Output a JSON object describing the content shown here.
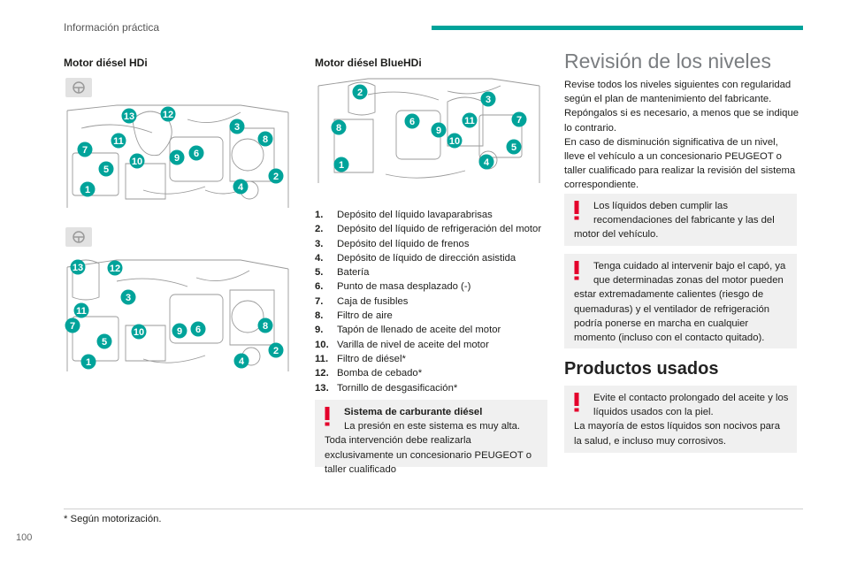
{
  "header": {
    "section": "Información práctica",
    "accent_color": "#00a39a"
  },
  "left": {
    "title": "Motor diésel HDi",
    "diagram1_callouts": [
      "13",
      "12",
      "11",
      "3",
      "8",
      "7",
      "5",
      "10",
      "9",
      "6",
      "1",
      "4",
      "2"
    ],
    "diagram2_callouts": [
      "13",
      "12",
      "3",
      "11",
      "7",
      "5",
      "10",
      "9",
      "6",
      "8",
      "1",
      "4",
      "2"
    ]
  },
  "middle": {
    "title": "Motor diésel BlueHDi",
    "diagram_callouts": [
      "2",
      "3",
      "8",
      "6",
      "9",
      "11",
      "7",
      "10",
      "5",
      "1",
      "4"
    ],
    "items": [
      {
        "num": "1.",
        "text": "Depósito del líquido lavaparabrisas"
      },
      {
        "num": "2.",
        "text": "Depósito del líquido de refrigeración del motor"
      },
      {
        "num": "3.",
        "text": "Depósito del líquido de frenos"
      },
      {
        "num": "4.",
        "text": "Depósito de líquido de dirección asistida"
      },
      {
        "num": "5.",
        "text": "Batería"
      },
      {
        "num": "6.",
        "text": "Punto de masa desplazado (-)"
      },
      {
        "num": "7.",
        "text": "Caja de fusibles"
      },
      {
        "num": "8.",
        "text": "Filtro de aire"
      },
      {
        "num": "9.",
        "text": "Tapón de llenado de aceite del motor"
      },
      {
        "num": "10.",
        "text": "Varilla de nivel de aceite del motor"
      },
      {
        "num": "11.",
        "text": "Filtro de diésel*"
      },
      {
        "num": "12.",
        "text": "Bomba de cebado*"
      },
      {
        "num": "13.",
        "text": "Tornillo de desgasificación*"
      }
    ],
    "note": {
      "title": "Sistema de carburante diésel",
      "text": "La presión en este sistema es muy alta. Toda intervención debe realizarla exclusivamente un concesionario PEUGEOT o taller cualificado"
    }
  },
  "right": {
    "title": "Revisión de los niveles",
    "para1": "Revise todos los niveles siguientes con regularidad según el plan de mantenimiento del fabricante. Repóngalos si es necesario, a menos que se indique lo contrario.",
    "para2": "En caso de disminución significativa de un nivel, lleve el vehículo a un concesionario PEUGEOT o taller cualificado para realizar la revisión del sistema correspondiente.",
    "warn1": "Los líquidos deben cumplir las recomendaciones del fabricante y las del motor del vehículo.",
    "warn2": "Tenga cuidado al intervenir bajo el capó, ya que determinadas zonas del motor pueden estar extremadamente calientes (riesgo de quemaduras) y el ventilador de refrigeración podría ponerse en marcha en cualquier momento (incluso con el contacto quitado).",
    "products_title": "Productos usados",
    "warn3_line1": "Evite el contacto prolongado del aceite y los líquidos usados con la piel.",
    "warn3_line2": "La mayoría de estos líquidos son nocivos para la salud, e incluso muy corrosivos."
  },
  "footer": {
    "footnote": "* Según motorización.",
    "page": "100"
  },
  "warning_color": "#e4002b"
}
